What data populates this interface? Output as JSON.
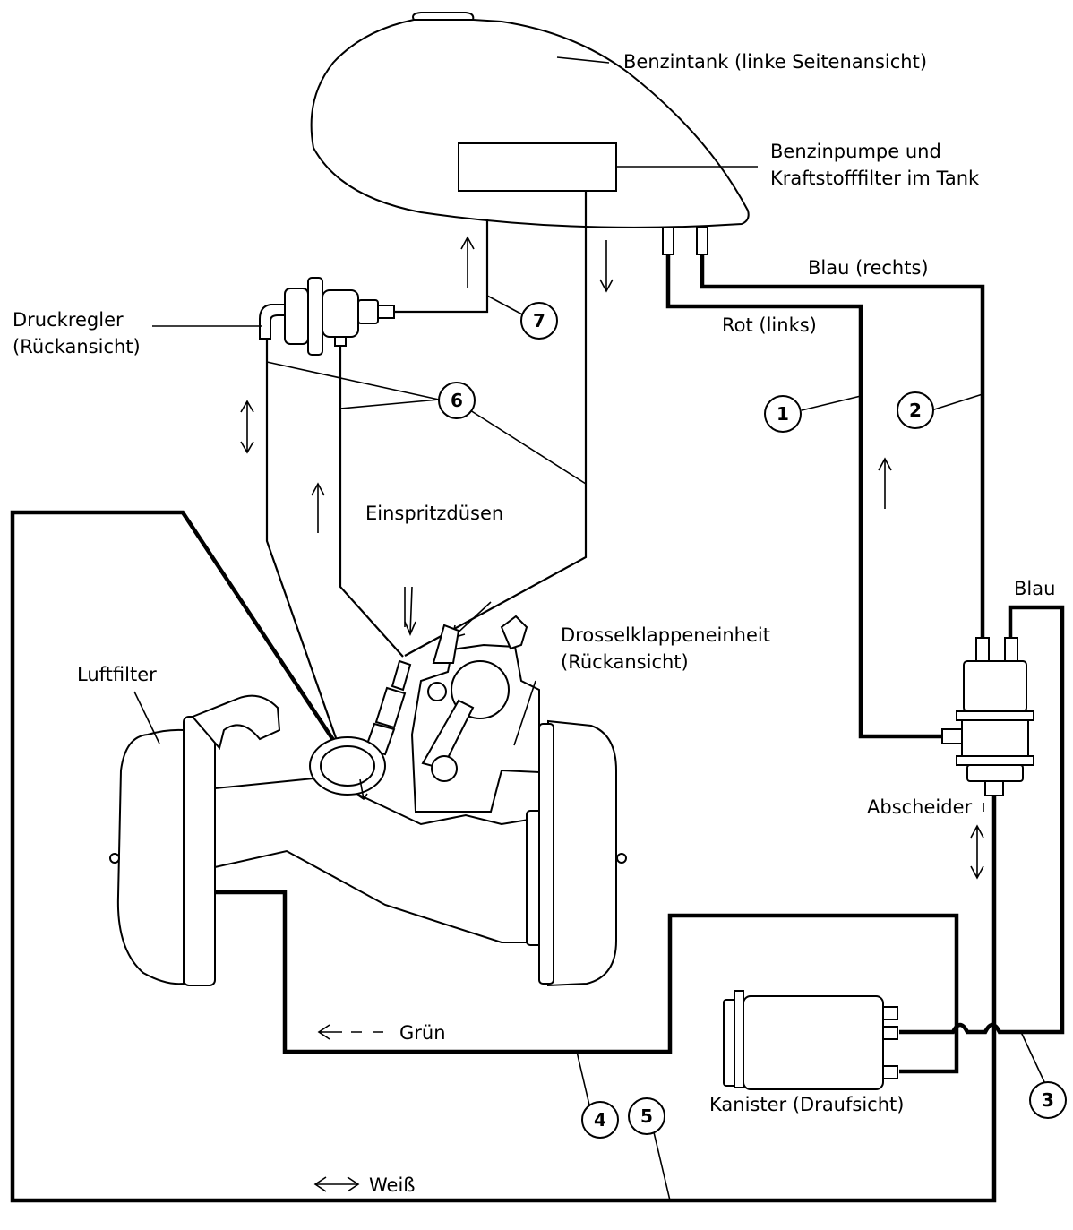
{
  "labels": {
    "fuel_tank": "Benzintank (linke Seitenansicht)",
    "fuel_pump_line1": "Benzinpumpe und",
    "fuel_pump_line2": "Kraftstofffilter im Tank",
    "blue_right": "Blau (rechts)",
    "red_left": "Rot (links)",
    "pressure_regulator_line1": "Druckregler",
    "pressure_regulator_line2": "(Rückansicht)",
    "injectors": "Einspritzdüsen",
    "throttle_body_line1": "Drosselklappeneinheit",
    "throttle_body_line2": "(Rückansicht)",
    "air_filter": "Luftfilter",
    "blue": "Blau",
    "separator": "Abscheider",
    "green": "Grün",
    "canister": "Kanister (Draufsicht)",
    "white": "Weiß"
  },
  "callouts": [
    "1",
    "2",
    "3",
    "4",
    "5",
    "6",
    "7"
  ]
}
